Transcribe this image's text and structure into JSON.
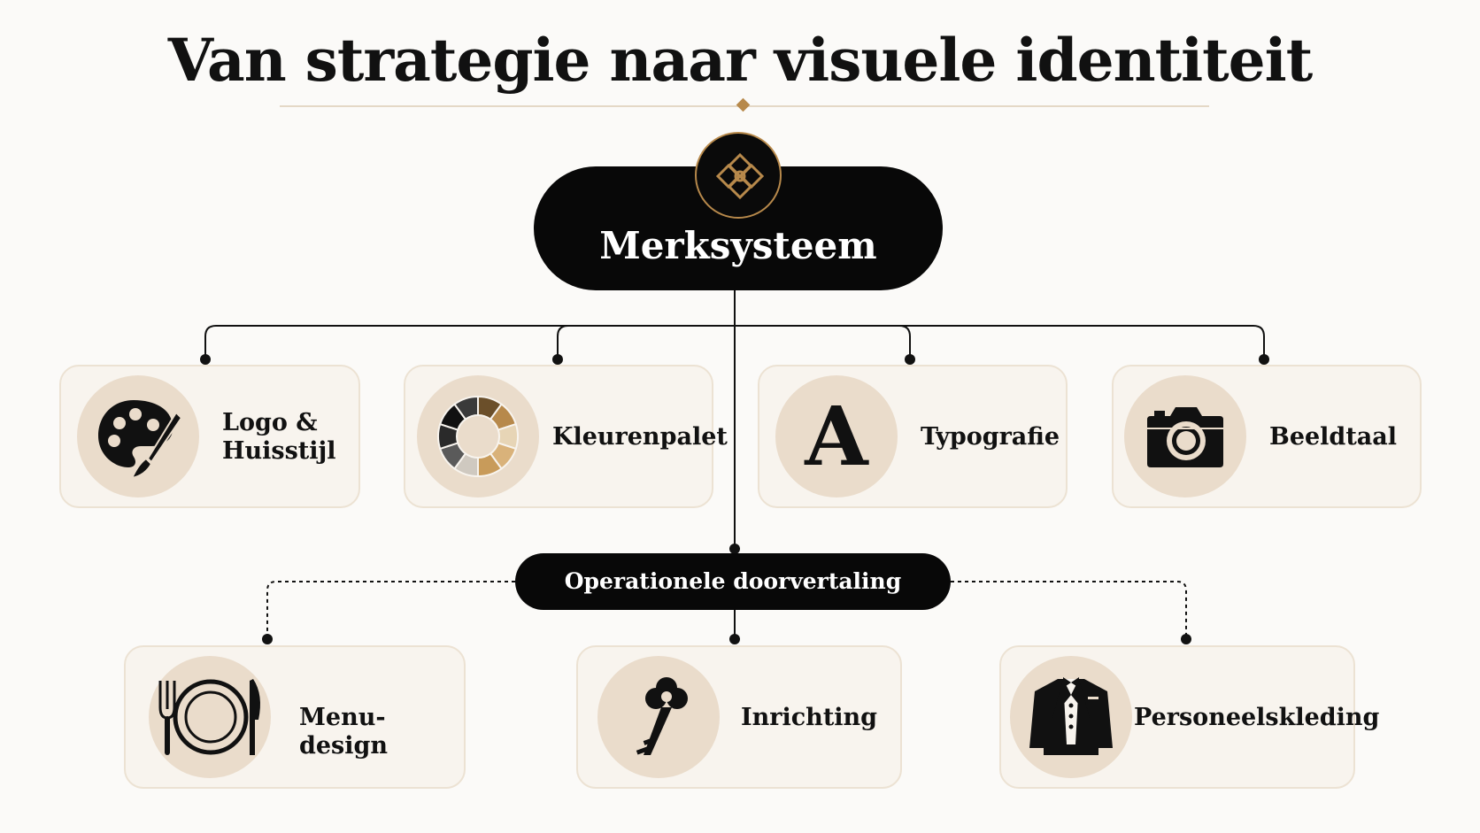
{
  "title": "Van strategie naar visuele identiteit",
  "root": {
    "label": "Merksysteem",
    "icon": "ornament-flower-icon"
  },
  "pillars": [
    {
      "label_line1": "Logo &",
      "label_line2": "Huisstijl",
      "icon": "palette-brush-icon"
    },
    {
      "label": "Kleurenpalet",
      "icon": "color-wheel-icon"
    },
    {
      "label": "Typografie",
      "icon": "letter-a-icon",
      "glyph": "A"
    },
    {
      "label": "Beeldtaal",
      "icon": "camera-icon"
    }
  ],
  "operational": {
    "label": "Operationele doorvertaling",
    "items": [
      {
        "label": "Menu-design",
        "icon": "plate-cutlery-icon"
      },
      {
        "label": "Inrichting",
        "icon": "key-icon"
      },
      {
        "label": "Personeelskleding",
        "icon": "tuxedo-icon"
      }
    ]
  },
  "colors": {
    "background": "#fbfaf8",
    "dark": "#080808",
    "accent": "#b7894b",
    "card": "#f8f4ee",
    "icon_circle": "#eadccb"
  }
}
